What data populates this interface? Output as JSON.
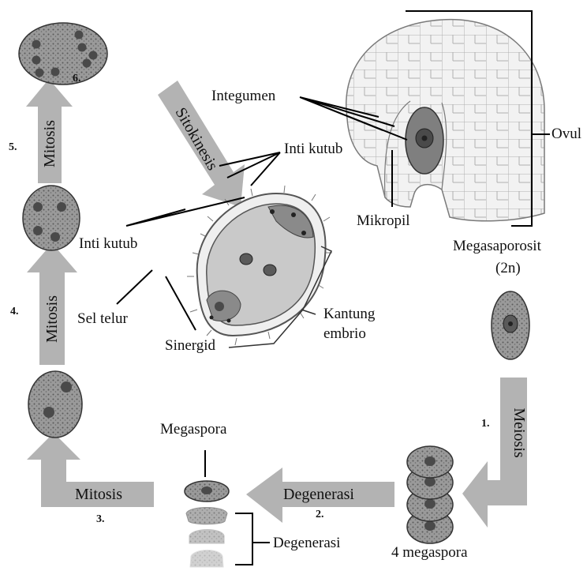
{
  "labels": {
    "integumen": "Integumen",
    "ovul": "Ovul",
    "inti_kutub_top": "Inti kutub",
    "inti_kutub_left": "Inti kutub",
    "mikropil": "Mikropil",
    "megasporosit": "Megasaporosit",
    "ploidy": "(2n)",
    "sel_telur": "Sel telur",
    "sinergid": "Sinergid",
    "kantung_line1": "Kantung",
    "kantung_line2": "embrio",
    "megaspora": "Megaspora",
    "degenerasi_bracket": "Degenerasi",
    "four_megaspora": "4 megaspora"
  },
  "arrows": {
    "sitokinesis": "Sitokinesis",
    "meiosis": "Meiosis",
    "degenerasi": "Degenerasi",
    "mitosis_bottom": "Mitosis",
    "mitosis_left_lower": "Mitosis",
    "mitosis_left_upper": "Mitosis"
  },
  "steps": {
    "s1": "1.",
    "s2": "2.",
    "s3": "3.",
    "s4": "4.",
    "s5": "5.",
    "s6": "6."
  },
  "colors": {
    "arrow_fill": "#b3b3b3",
    "cell_fill": "#8a8a8a",
    "cell_stroke": "#333333",
    "nucleus": "#4a4a4a",
    "ovule_fill": "#f0f0f0",
    "line": "#000000"
  }
}
